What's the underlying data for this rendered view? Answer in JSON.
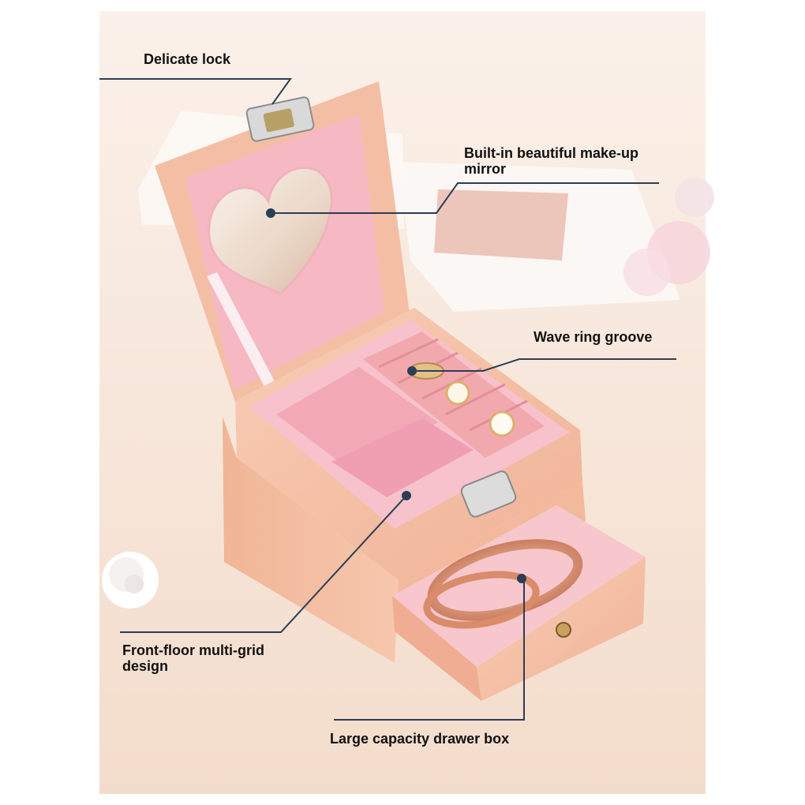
{
  "callouts": {
    "lock": "Delicate lock",
    "mirror_line1": "Built-in beautiful make-up",
    "mirror_line2": "mirror",
    "ring_groove": "Wave ring groove",
    "multigrid_line1": "Front-floor multi-grid",
    "multigrid_line2": "design",
    "drawer": "Large capacity drawer box"
  },
  "colors": {
    "callout_line": "#2b3e55",
    "label_text": "#111111",
    "box_pink": "#f2b59c",
    "velvet_pink": "#f6bcc6",
    "table_wood": "#f6e4d6"
  }
}
